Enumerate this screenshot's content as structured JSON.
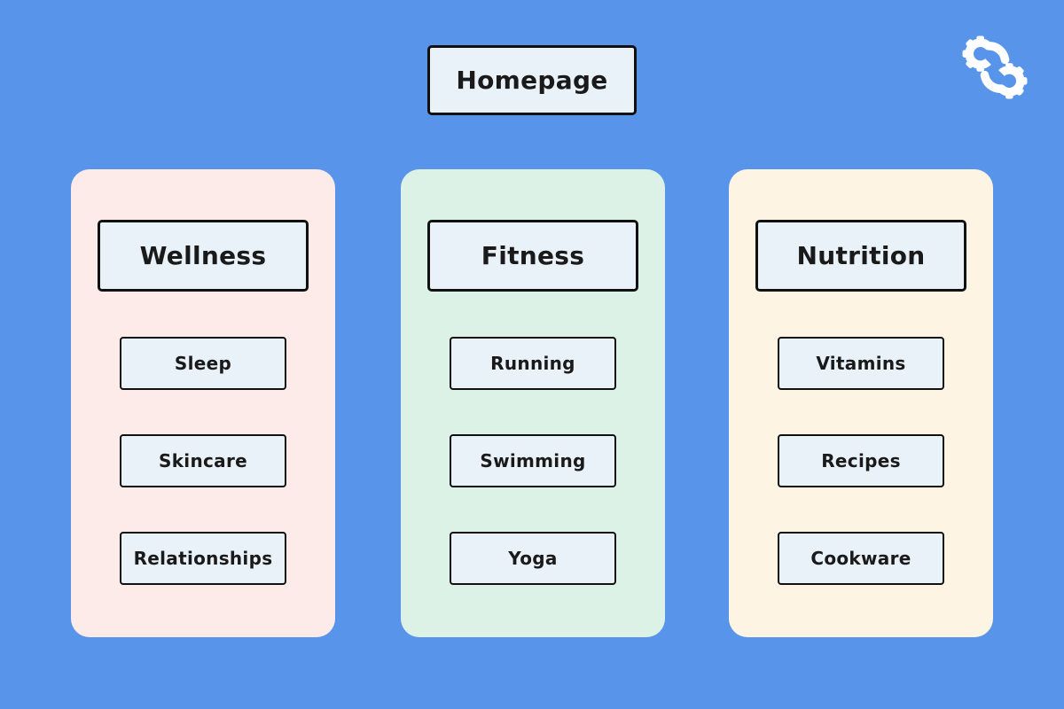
{
  "header": {
    "root_label": "Homepage"
  },
  "logo": {
    "icon": "interlocking-gears-logo"
  },
  "sitemap": {
    "columns": [
      {
        "id": "wellness",
        "label": "Wellness",
        "children": [
          "Sleep",
          "Skincare",
          "Relationships"
        ]
      },
      {
        "id": "fitness",
        "label": "Fitness",
        "children": [
          "Running",
          "Swimming",
          "Yoga"
        ]
      },
      {
        "id": "nutrition",
        "label": "Nutrition",
        "children": [
          "Vitamins",
          "Recipes",
          "Cookware"
        ]
      }
    ]
  },
  "colors": {
    "background": "#5895ea",
    "wellness_bg": "#fcebe8",
    "fitness_bg": "#ddf2e6",
    "nutrition_bg": "#fdf4e3",
    "node_fill": "#e9f1f9",
    "node_border": "#111111",
    "node_text": "#1a1a1a",
    "logo": "#ffffff"
  }
}
